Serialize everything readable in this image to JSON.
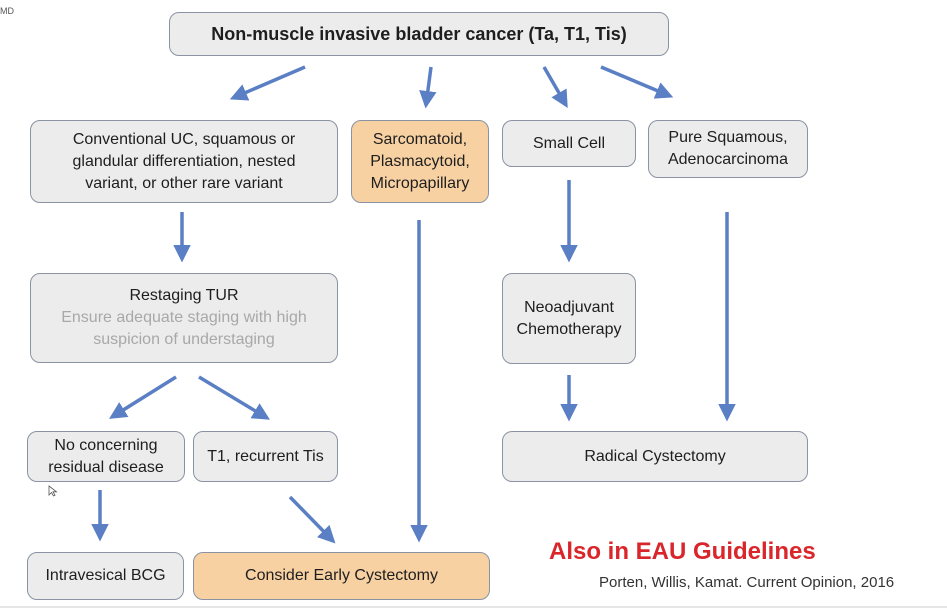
{
  "corner_text": "MD",
  "nodes": {
    "title": "Non-muscle invasive bladder cancer (Ta, T1, Tis)",
    "conventional": "Conventional UC, squamous or glandular differentiation, nested variant, or other rare variant",
    "sarcomatoid": "Sarcomatoid, Plasmacytoid, Micropapillary",
    "small_cell": "Small Cell",
    "pure_squamous": "Pure Squamous, Adenocarcinoma",
    "restaging_title": "Restaging TUR",
    "restaging_sub": "Ensure adequate staging with high suspicion of understaging",
    "neoadjuvant": "Neoadjuvant Chemotherapy",
    "no_concerning": "No concerning residual disease",
    "t1_recurrent": "T1, recurrent Tis",
    "radical_cystectomy": "Radical Cystectomy",
    "intravesical_bcg": "Intravesical BCG",
    "early_cystectomy": "Consider Early Cystectomy"
  },
  "annotation": "Also in EAU Guidelines",
  "citation": "Porten, Willis, Kamat. Current Opinion, 2016",
  "colors": {
    "box_fill": "#ececec",
    "box_border": "#8a93a3",
    "highlight_fill": "#f8d1a3",
    "arrow": "#5b7fc4",
    "annotation": "#d9262b",
    "subtext": "#a8a8a8"
  }
}
